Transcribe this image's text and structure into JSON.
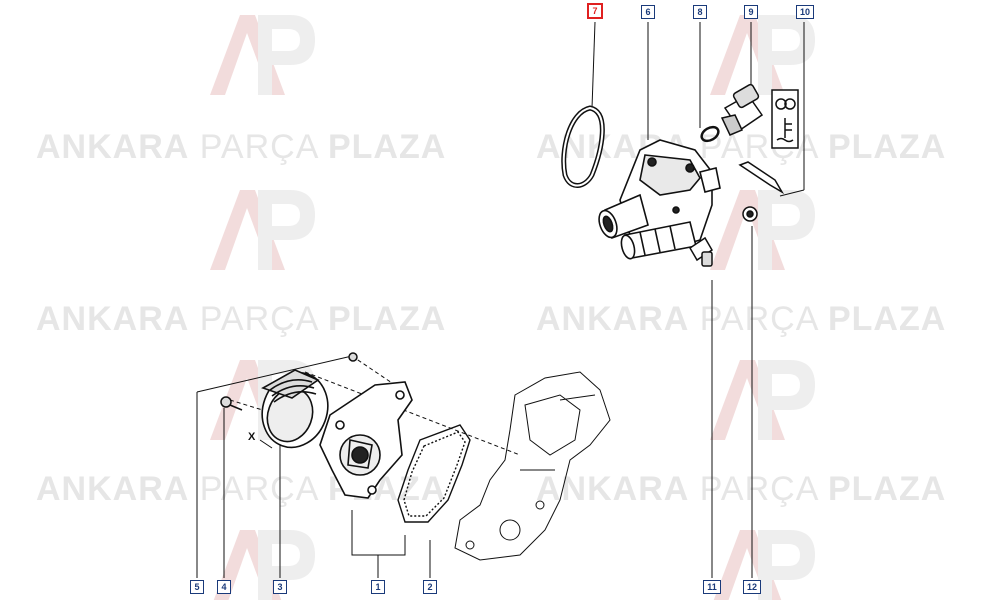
{
  "watermark": {
    "brand_bold_1": "ANKARA",
    "brand_light": "PARÇA",
    "brand_bold_2": "PLAZA",
    "logo_letters": "AP"
  },
  "callouts": {
    "c1": "1",
    "c2": "2",
    "c3": "3",
    "c4": "4",
    "c5": "5",
    "c6": "6",
    "c7": "7",
    "c8": "8",
    "c9": "9",
    "c10": "10",
    "c11": "11",
    "c12": "12"
  },
  "selected_callout": "7",
  "view_label": "X",
  "colors": {
    "callout_border": "#1a3a7a",
    "selected_border": "#e02020",
    "watermark": "#e6e6e6",
    "logo_red": "#f3d6d6"
  }
}
